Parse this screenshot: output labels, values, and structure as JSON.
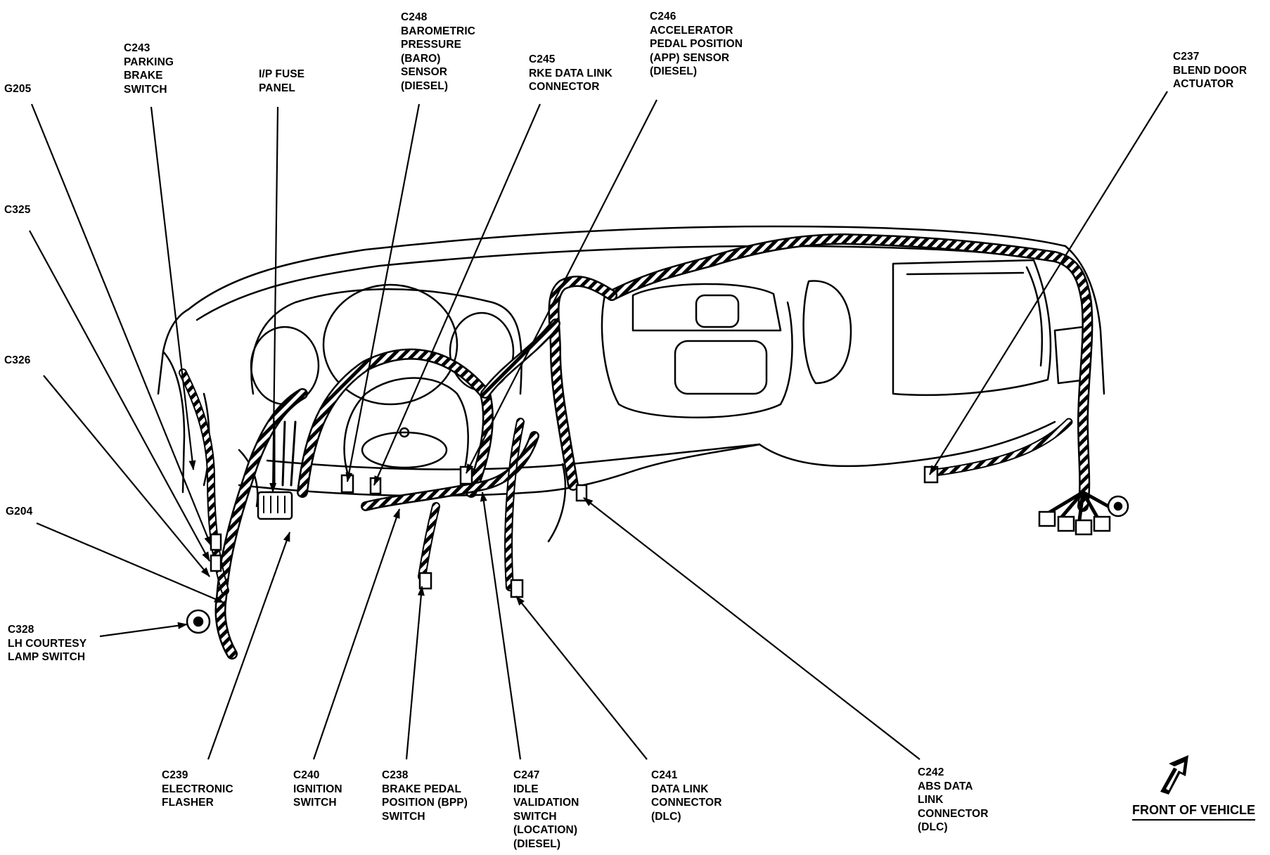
{
  "callouts": {
    "g205": "G205",
    "c243": "C243\nPARKING\nBRAKE\nSWITCH",
    "ip_fuse": "I/P FUSE\nPANEL",
    "c248": "C248\nBAROMETRIC\nPRESSURE\n(BARO)\nSENSOR\n(DIESEL)",
    "c245": "C245\nRKE DATA LINK\nCONNECTOR",
    "c246": "C246\nACCELERATOR\nPEDAL POSITION\n(APP) SENSOR\n(DIESEL)",
    "c237": "C237\nBLEND DOOR\nACTUATOR",
    "c325": "C325",
    "c326": "C326",
    "g204": "G204",
    "c328": "C328\nLH COURTESY\nLAMP SWITCH",
    "c239": "C239\nELECTRONIC\nFLASHER",
    "c240": "C240\nIGNITION\nSWITCH",
    "c238": "C238\nBRAKE PEDAL\nPOSITION (BPP)\nSWITCH",
    "c247": "C247\nIDLE\nVALIDATION\nSWITCH\n(LOCATION)\n(DIESEL)",
    "c241": "C241\nDATA LINK\nCONNECTOR\n(DLC)",
    "c242": "C242\nABS DATA\nLINK\nCONNECTOR\n(DLC)"
  },
  "front_of_vehicle": "FRONT OF VEHICLE",
  "colors": {
    "ink": "#000000",
    "paper": "#ffffff"
  }
}
